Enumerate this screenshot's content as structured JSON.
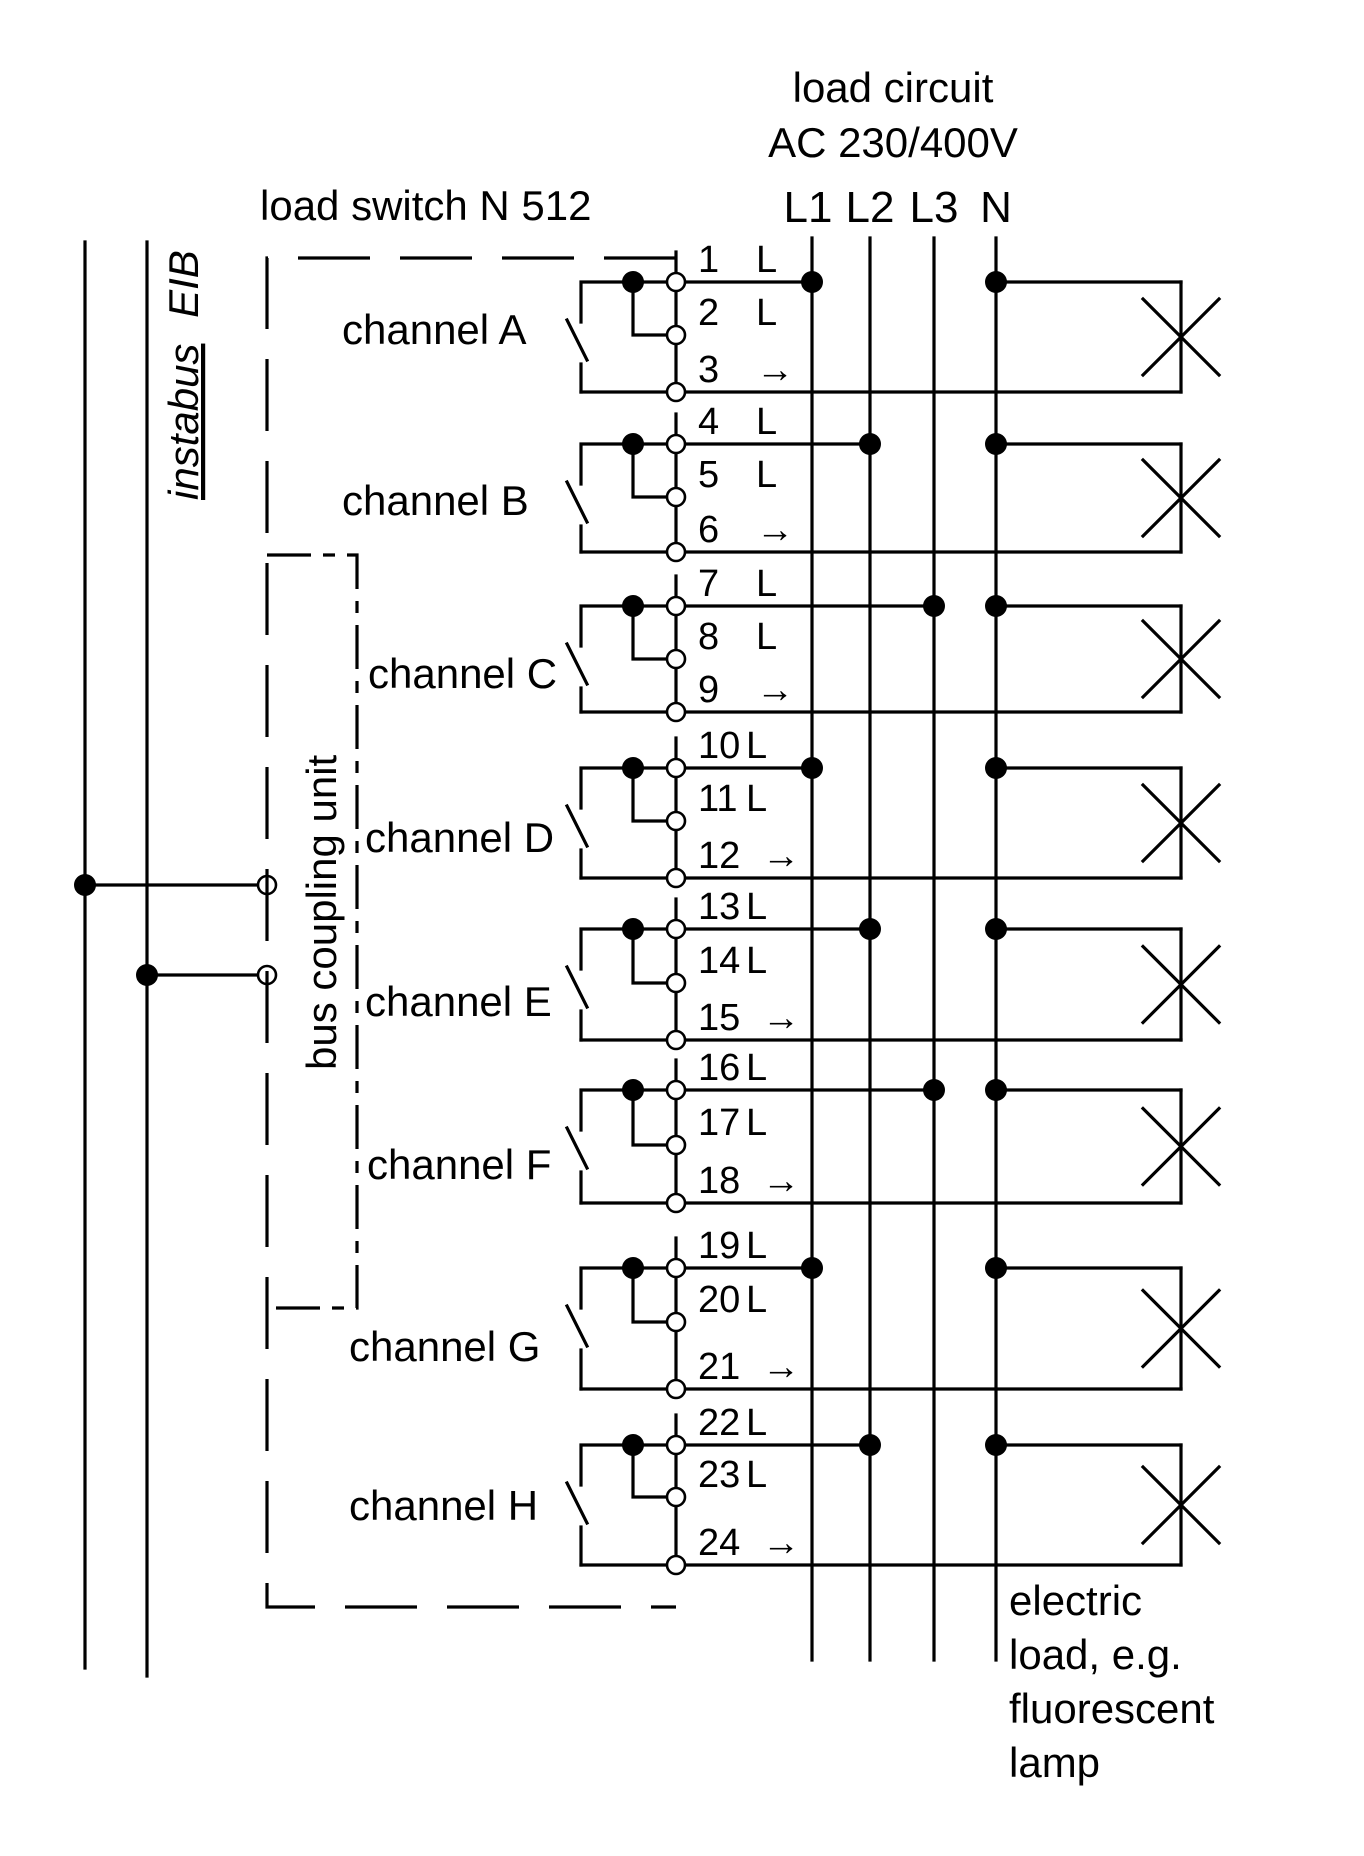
{
  "header": {
    "load_circuit_line1": "load circuit",
    "load_circuit_line2": "AC 230/400V",
    "switch_title": "load switch N 512"
  },
  "phases": [
    "L1",
    "L2",
    "L3",
    "N"
  ],
  "bus": {
    "label_word1": "instabus",
    "label_word2": "EIB",
    "coupling_unit_label": "bus coupling unit"
  },
  "channels": [
    {
      "name": "channel A",
      "phase": "L1",
      "terminals": [
        "1",
        "2",
        "3"
      ],
      "marks": [
        "L",
        "L",
        "→"
      ]
    },
    {
      "name": "channel B",
      "phase": "L2",
      "terminals": [
        "4",
        "5",
        "6"
      ],
      "marks": [
        "L",
        "L",
        "→"
      ]
    },
    {
      "name": "channel C",
      "phase": "L3",
      "terminals": [
        "7",
        "8",
        "9"
      ],
      "marks": [
        "L",
        "L",
        "→"
      ]
    },
    {
      "name": "channel D",
      "phase": "L1",
      "terminals": [
        "10",
        "11",
        "12"
      ],
      "marks": [
        "L",
        "L",
        "→"
      ]
    },
    {
      "name": "channel E",
      "phase": "L2",
      "terminals": [
        "13",
        "14",
        "15"
      ],
      "marks": [
        "L",
        "L",
        "→"
      ]
    },
    {
      "name": "channel F",
      "phase": "L3",
      "terminals": [
        "16",
        "17",
        "18"
      ],
      "marks": [
        "L",
        "L",
        "→"
      ]
    },
    {
      "name": "channel G",
      "phase": "L1",
      "terminals": [
        "19",
        "20",
        "21"
      ],
      "marks": [
        "L",
        "L",
        "→"
      ]
    },
    {
      "name": "channel H",
      "phase": "L2",
      "terminals": [
        "22",
        "23",
        "24"
      ],
      "marks": [
        "L",
        "L",
        "→"
      ]
    }
  ],
  "load_note": [
    "electric",
    "load, e.g.",
    "fluorescent",
    "lamp"
  ]
}
